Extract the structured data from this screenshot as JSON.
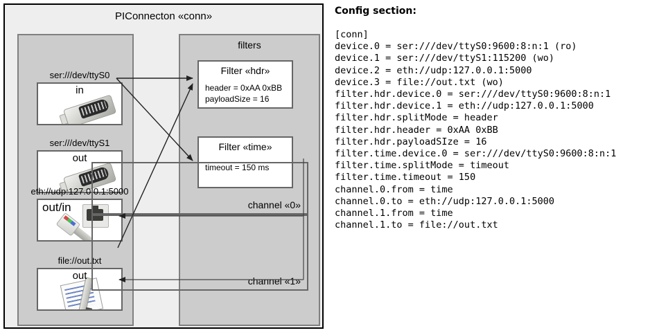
{
  "diagram": {
    "title": "PIConnecton «conn»",
    "panels": {
      "devices_title": "",
      "filters_title": "filters"
    },
    "devices": [
      {
        "label": "ser:///dev/ttyS0",
        "name": "in",
        "icon": "serial-port-icon"
      },
      {
        "label": "ser:///dev/ttyS1",
        "name": "out",
        "icon": "serial-port-icon"
      },
      {
        "label": "eth://udp:127.0.0.1:5000",
        "name": "out/in",
        "icon": "ethernet-cable-icon"
      },
      {
        "label": "file://out.txt",
        "name": "out",
        "icon": "text-file-icon"
      }
    ],
    "filters": [
      {
        "title": "Filter «hdr»",
        "lines": [
          "header = 0xAA 0xBB",
          "payloadSize = 16"
        ]
      },
      {
        "title": "Filter «time»",
        "lines": [
          "timeout = 150 ms"
        ]
      }
    ],
    "channels": [
      {
        "label": "channel «0»"
      },
      {
        "label": "channel «1»"
      }
    ],
    "colors": {
      "outer_fill": "#eeeeee",
      "panel_fill": "#cccccc",
      "box_fill": "#ffffff",
      "border_dark": "#000000",
      "border_gray": "#666666",
      "panel_border": "#808080"
    }
  },
  "config": {
    "heading": "Config section:",
    "lines": [
      "[conn]",
      "device.0 = ser:///dev/ttyS0:9600:8:n:1 (ro)",
      "device.1 = ser:///dev/ttyS1:115200 (wo)",
      "device.2 = eth://udp:127.0.0.1:5000",
      "device.3 = file://out.txt (wo)",
      "filter.hdr.device.0 = ser:///dev/ttyS0:9600:8:n:1",
      "filter.hdr.device.1 = eth://udp:127.0.0.1:5000",
      "filter.hdr.splitMode = header",
      "filter.hdr.header = 0xAA 0xBB",
      "filter.hdr.payloadSIze = 16",
      "filter.time.device.0 = ser:///dev/ttyS0:9600:8:n:1",
      "filter.time.splitMode = timeout",
      "filter.time.timeout = 150",
      "channel.0.from = time",
      "channel.0.to = eth://udp:127.0.0.1:5000",
      "channel.1.from = time",
      "channel.1.to = file://out.txt"
    ]
  }
}
